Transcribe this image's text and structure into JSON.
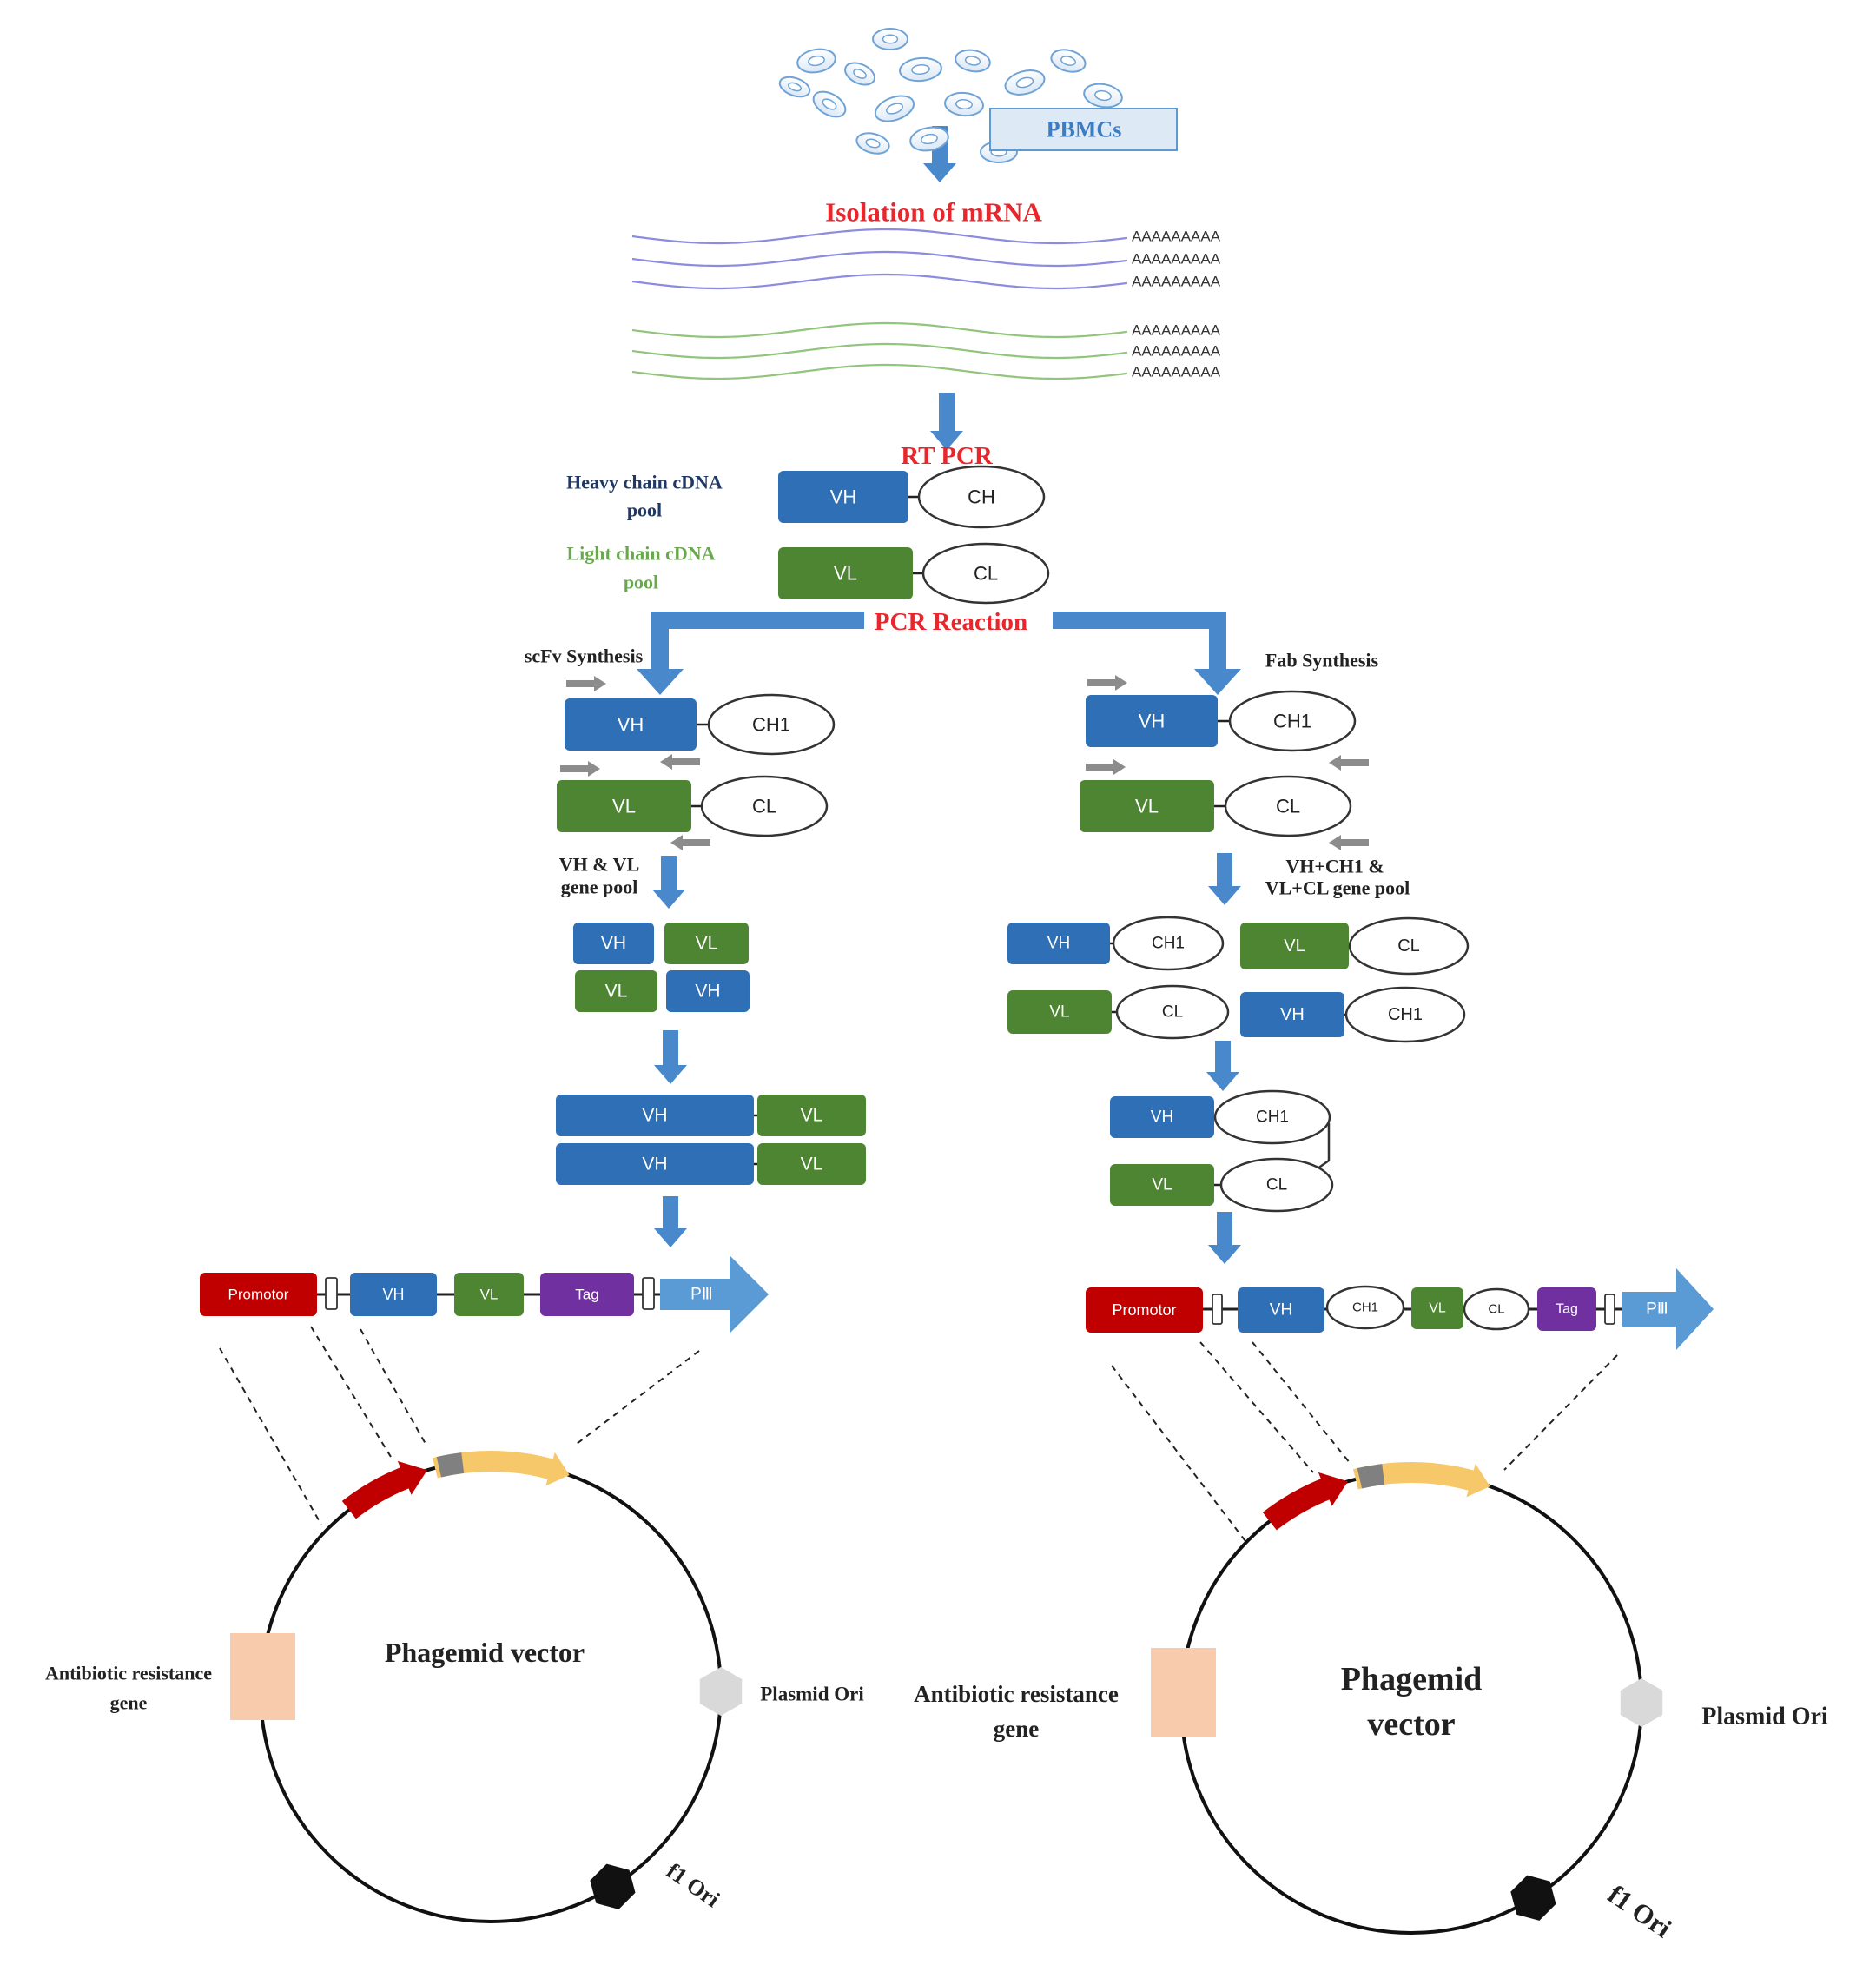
{
  "colors": {
    "arrow_blue": "#4a88cc",
    "vh_blue": "#2e6fb5",
    "vl_green": "#4e8532",
    "red_title": "#e8262c",
    "promotor_red": "#c00000",
    "tag_purple": "#7030a0",
    "pIII_blue": "#5b9bd5",
    "gene_yellow": "#f6c86a",
    "gene_grey": "#808080",
    "antibiotic_peach": "#f8cbad",
    "ori_grey": "#d9d9d9",
    "cell_outline": "#6fa3d6",
    "mrna_blue": "#8b8be0",
    "mrna_green": "#93c47d",
    "heavy_label": "#1f3864",
    "light_label": "#6aa84f"
  },
  "top": {
    "pbmc_label": "PBMCs",
    "isolation_label": "Isolation of mRNA",
    "polyA": "AAAAAAAAA",
    "rtpcr_label": "RT PCR",
    "heavy_pool": [
      "Heavy chain  cDNA",
      "pool"
    ],
    "light_pool": [
      "Light chain  cDNA",
      "pool"
    ],
    "pcr_reaction": "PCR Reaction"
  },
  "segments": {
    "vh": "VH",
    "vl": "VL",
    "ch": "CH",
    "cl": "CL",
    "ch1": "CH1"
  },
  "left": {
    "title": "scFv Synthesis",
    "pool_label": [
      "VH & VL",
      "gene pool"
    ]
  },
  "right": {
    "title": "Fab Synthesis",
    "pool_label": [
      "VH+CH1 &",
      "VL+CL gene pool"
    ]
  },
  "construct": {
    "promotor": "Promotor",
    "tag": "Tag",
    "p3": "PⅢ"
  },
  "vector": {
    "left_title": "Phagemid vector",
    "right_title": [
      "Phagemid",
      "vector"
    ],
    "antibiotic_left": [
      "Antibiotic resistance",
      "gene"
    ],
    "antibiotic_right": [
      "Antibiotic resistance",
      "gene"
    ],
    "plasmid_ori": "Plasmid Ori",
    "f1_ori": "f1 Ori"
  }
}
